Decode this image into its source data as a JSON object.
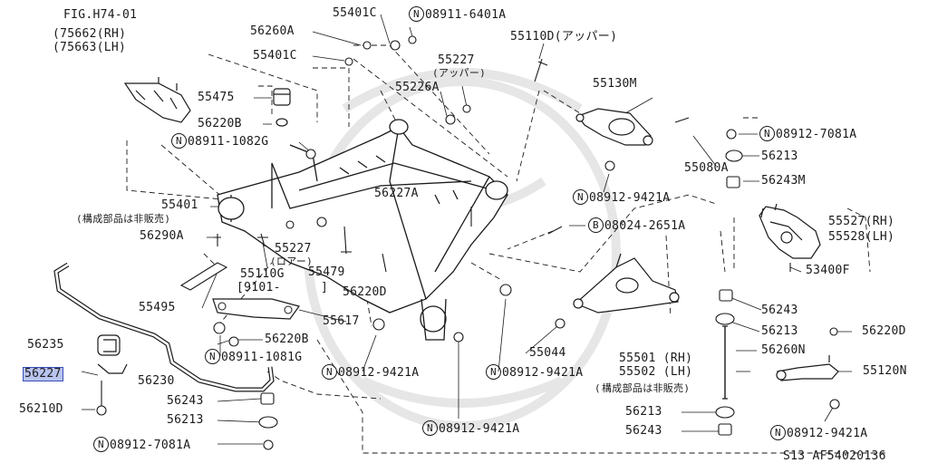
{
  "labels": {
    "fig": "FIG.H74-01",
    "fig_rh": "(75662(RH)",
    "fig_lh": "75663(LH)",
    "p56260a": "56260A",
    "p55401c_top": "55401C",
    "n08911_6401a": "08911-6401A",
    "p55401c_mid": "55401C",
    "p55110d": "55110D(アッパー)",
    "p55227_top": "55227",
    "upper_paren": "(アッパー)",
    "p55226a": "55226A",
    "p55475": "55475",
    "p55130m": "55130M",
    "p56220b_top": "56220B",
    "n08911_1082g": "08911-1082G",
    "n08912_7081a_right": "08912-7081A",
    "p56213_r1": "56213",
    "p55080a": "55080A",
    "p56243m": "56243M",
    "p55401": "55401",
    "not_sold_1": "(構成部品は非販売)",
    "p56227a": "56227A",
    "n08912_9421a_upper": "08912-9421A",
    "b08024_2651a": "08024-2651A",
    "p55527": "55527(RH)",
    "p55528": "55528(LH)",
    "p56290a": "56290A",
    "p55227_low": "55227",
    "lower_paren": "(ロアー)",
    "p55110g": "55110G",
    "p9101": "[9101-",
    "bracket_close": "]",
    "p55479": "55479",
    "p53400f": "53400F",
    "p56220d_mid": "56220D",
    "p55495": "55495",
    "p56243_r2": "56243",
    "p55617": "55617",
    "p56213_r2": "56213",
    "p56220d_right": "56220D",
    "p56235": "56235",
    "p56220b_low": "56220B",
    "p55044": "55044",
    "p55501": "55501 (RH)",
    "p56260n": "56260N",
    "n08911_1081g": "08911-1081G",
    "p55502": "55502 (LH)",
    "p55120n": "55120N",
    "p56227": "56227",
    "n08912_9421a_c1": "08912-9421A",
    "n08912_9421a_c2": "08912-9421A",
    "not_sold_2": "構成部品は非販売)",
    "p56230": "56230",
    "p56243_l": "56243",
    "p56210d": "56210D",
    "p56213_l": "56213",
    "p56213_r3": "56213",
    "n08912_9421a_bottom": "08912-9421A",
    "n08912_9421a_right": "08912-9421A",
    "p56243_r3": "56243",
    "n08912_7081a_left": "08912-7081A",
    "footer": "S13   AF54020136"
  },
  "marks": {
    "n": "N",
    "b": "B",
    "open_paren": "("
  },
  "colors": {
    "line": "#1a1a1a",
    "highlight_fill": "#b9c4ee",
    "highlight_border": "#3a4fb8",
    "watermark": "#e6e6e6"
  }
}
